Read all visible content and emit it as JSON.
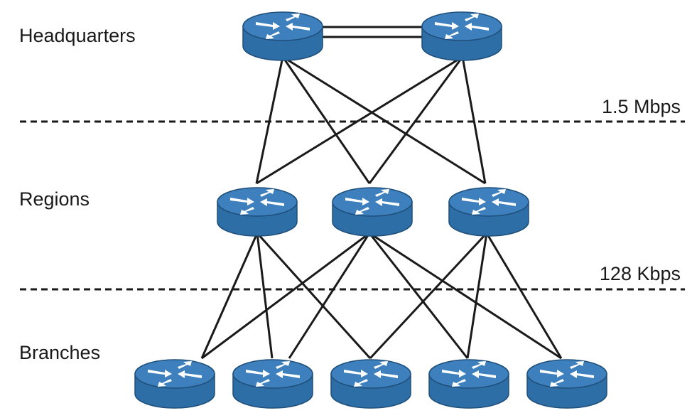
{
  "tiers": {
    "headquarters": "Headquarters",
    "regions": "Regions",
    "branches": "Branches"
  },
  "link_speeds": {
    "hq_to_region": "1.5 Mbps",
    "region_to_branch": "128 Kbps"
  },
  "colors": {
    "router_top": "#3d80bd",
    "router_side": "#2e6ea6",
    "router_edge": "#1f4f7a",
    "arrow": "#ffffff",
    "link": "#1a1a1a",
    "divider": "#1a1a1a"
  },
  "icons": {
    "router": "router-icon"
  },
  "counts": {
    "headquarters_routers": 2,
    "region_routers": 3,
    "branch_routers": 5
  }
}
